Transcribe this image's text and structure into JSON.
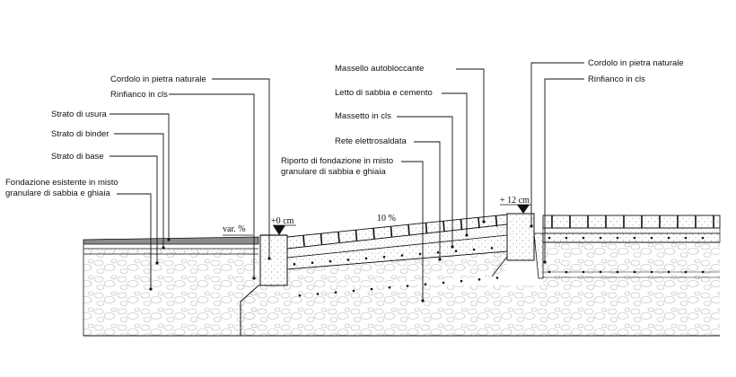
{
  "labels_left": [
    "Cordolo in pietra naturale",
    "Rinfianco in cls",
    "Strato di usura",
    "Strato di binder",
    "Strato di base",
    "Fondazione esistente in misto",
    "granulare di sabbia e ghiaia"
  ],
  "labels_center": [
    "Massello autobloccante",
    "Letto di sabbia e cemento",
    "Massetto in cls",
    "Rete elettrosaldata",
    "Riporto di fondazione in misto",
    "granulare di sabbia e ghiaia"
  ],
  "labels_right": [
    "Cordolo in pietra naturale",
    "Rinfianco in cls"
  ],
  "dimensions": {
    "var_slope": "var. %",
    "level_left": "+0 cm",
    "slope": "10 %",
    "level_right": "+ 12 cm"
  },
  "colors": {
    "line": "#111111",
    "asphalt": "#8c8c8c",
    "gravel": "#b5b5b5",
    "concrete_dot": "#999999"
  }
}
